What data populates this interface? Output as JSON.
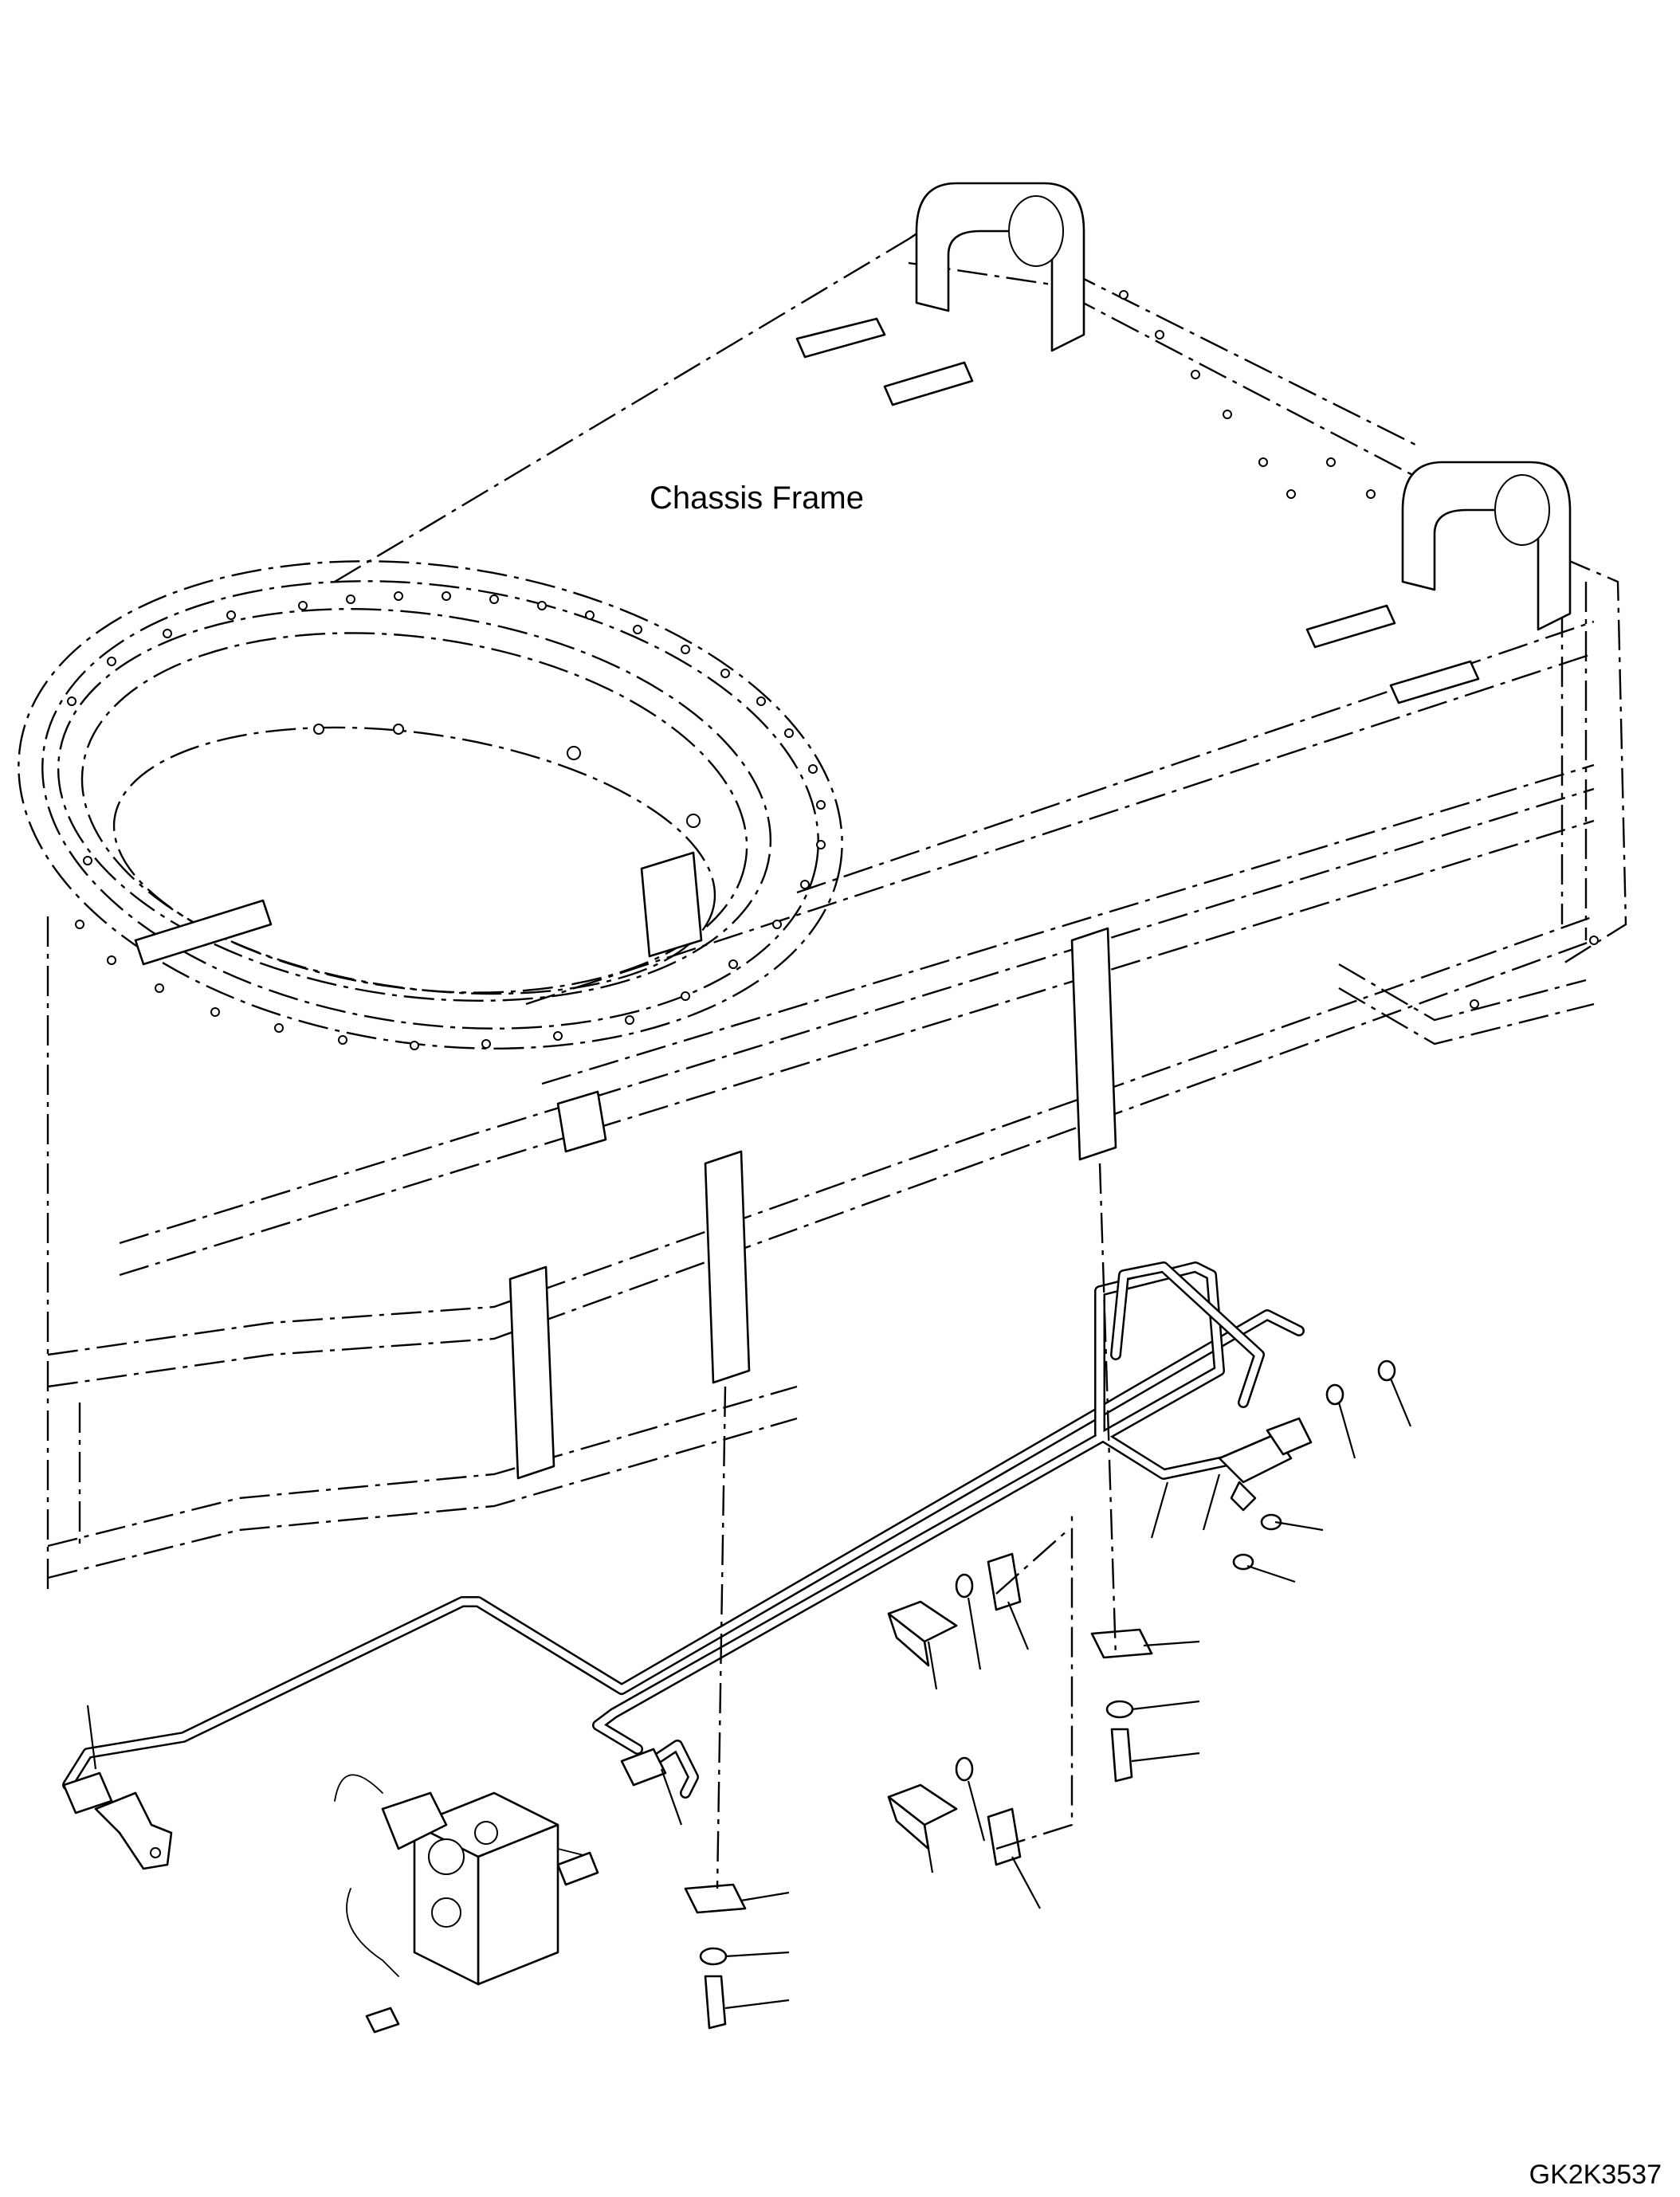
{
  "diagram": {
    "frame_label": "Chassis Frame",
    "drawing_code": "GK2K3537",
    "parts": [
      "chassis-frame",
      "hydraulic-tube-long",
      "hydraulic-tube-loop",
      "valve-block",
      "elbow-fitting",
      "tee-fitting",
      "clamp-plate",
      "bolt",
      "washer",
      "o-ring"
    ]
  }
}
